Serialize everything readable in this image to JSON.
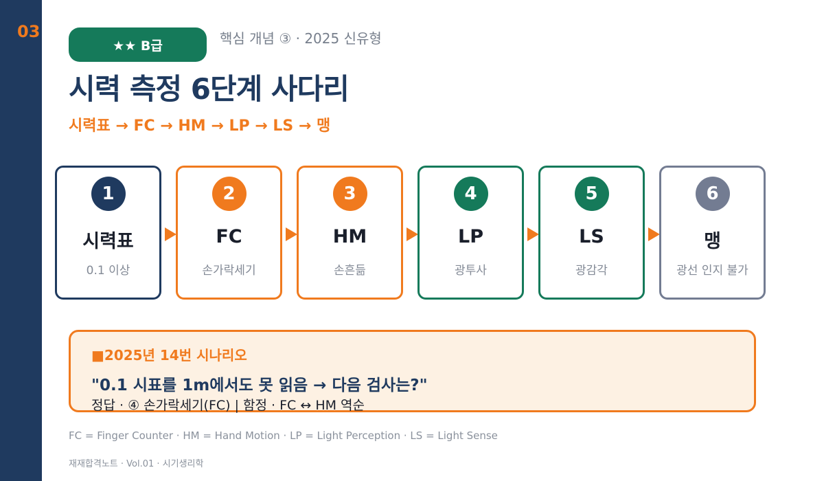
{
  "page_number": "03",
  "badge": "★★ B급",
  "subtitle": "핵심 개념 ③ · 2025 신유형",
  "title": "시력 측정 6단계 사다리",
  "sequence": "시력표 → FC → HM → LP → LS → 맹",
  "steps": [
    {
      "num": "1",
      "name": "시력표",
      "desc": "0.1 이상",
      "color": "#1f3a5f"
    },
    {
      "num": "2",
      "name": "FC",
      "desc": "손가락세기",
      "color": "#f07a1e"
    },
    {
      "num": "3",
      "name": "HM",
      "desc": "손흔듦",
      "color": "#f07a1e"
    },
    {
      "num": "4",
      "name": "LP",
      "desc": "광투사",
      "color": "#157a5a"
    },
    {
      "num": "5",
      "name": "LS",
      "desc": "광감각",
      "color": "#157a5a"
    },
    {
      "num": "6",
      "name": "맹",
      "desc": "광선 인지 불가",
      "color": "#737c92"
    }
  ],
  "scenario": {
    "label": "■2025년 14번 시나리오",
    "question": "\"0.1 시표를 1m에서도 못 읽음 → 다음 검사는?\"",
    "answer": "정답 · ④ 손가락세기(FC)  |  함정 · FC ↔ HM 역순"
  },
  "abbreviations": "FC = Finger Counter  ·  HM = Hand Motion  ·  LP = Light Perception  ·  LS = Light Sense",
  "footer": "재재합격노트 · Vol.01 · 시기생리학",
  "colors": {
    "navy": "#1f3a5f",
    "orange": "#f07a1e",
    "green": "#157a5a",
    "gray": "#737c92",
    "scenario_bg": "#fdf1e3"
  }
}
